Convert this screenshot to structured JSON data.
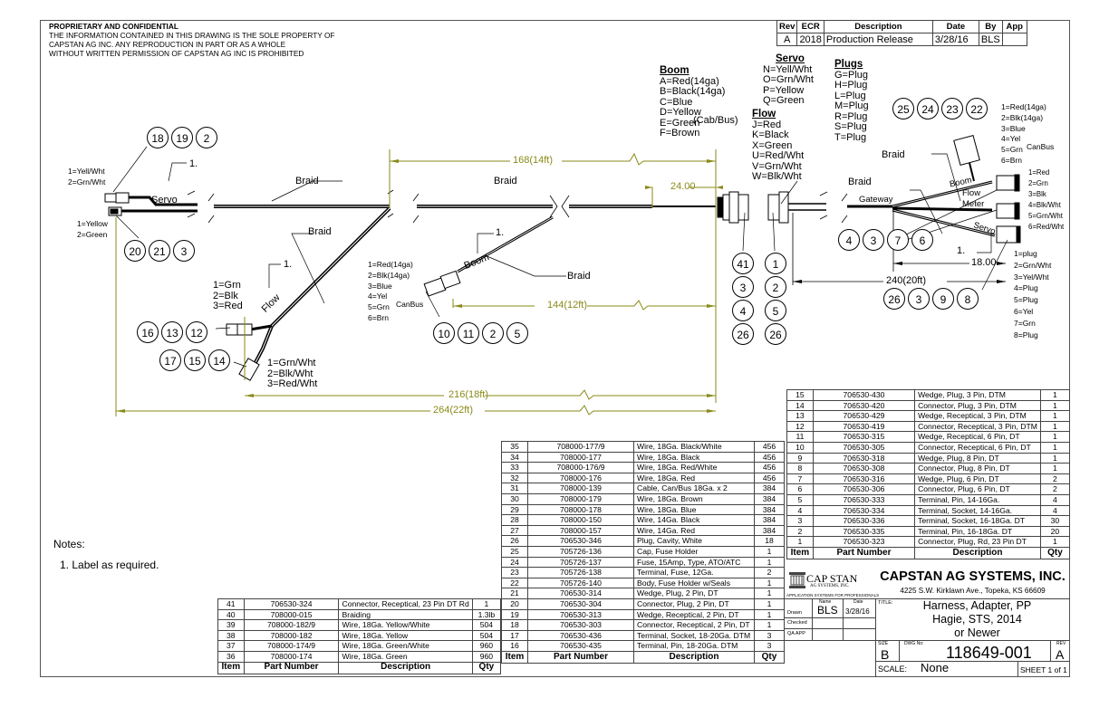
{
  "proprietary": {
    "heading": "PROPRIETARY AND CONFIDENTIAL",
    "lines": [
      "THE INFORMATION CONTAINED IN THIS DRAWING IS THE SOLE PROPERTY OF",
      "CAPSTAN AG INC. ANY REPRODUCTION IN PART OR AS A WHOLE",
      "WITHOUT WRITTEN PERMISSION OF CAPSTAN AG INC IS PROHIBITED"
    ]
  },
  "revision_table": {
    "headers": [
      "Rev",
      "ECR",
      "Description",
      "Date",
      "By",
      "App"
    ],
    "rows": [
      [
        "A",
        "2018",
        "Production Release",
        "3/28/16",
        "BLS",
        ""
      ]
    ]
  },
  "legend": {
    "boom": {
      "title": "Boom",
      "items": [
        "A=Red(14ga)",
        "B=Black(14ga)",
        "C=Blue",
        "D=Yellow",
        "E=Green",
        "F=Brown"
      ],
      "note": "(Cab/Bus)"
    },
    "servo": {
      "title": "Servo",
      "items": [
        "N=Yell/Wht",
        "O=Grn/Wht",
        "P=Yellow",
        "Q=Green"
      ]
    },
    "flow": {
      "title": "Flow",
      "items": [
        "J=Red",
        "K=Black",
        "X=Green",
        "U=Red/Wht",
        "V=Grn/Wht",
        "W=Blk/Wht"
      ]
    },
    "plugs": {
      "title": "Plugs",
      "items": [
        "G=Plug",
        "H=Plug",
        "L=Plug",
        "M=Plug",
        "R=Plug",
        "S=Plug",
        "T=Plug"
      ]
    }
  },
  "drawing": {
    "braid_label": "Braid",
    "note_ref": "1.",
    "servo_label": "Servo",
    "flow_label": "Flow",
    "boom_label": "Boom",
    "canbus_label": "CanBus",
    "gateway_label": "Gateway",
    "flow_meter_label": [
      "Flow",
      "Meter"
    ],
    "left_servo_top_pins": [
      "1=Yell/Wht",
      "2=Grn/Wht"
    ],
    "left_servo_bottom_pins": [
      "1=Yellow",
      "2=Green"
    ],
    "flow_recept_pins": [
      "1=Grn",
      "2=Blk",
      "3=Red"
    ],
    "flow_plug_pins": [
      "1=Grn/Wht",
      "2=Blk/Wht",
      "3=Red/Wht"
    ],
    "boom_pins": [
      "1=Red(14ga)",
      "2=Blk(14ga)",
      "3=Blue",
      "4=Yel",
      "5=Grn",
      "6=Brn"
    ],
    "right_canbus_pins": [
      "1=Red(14ga)",
      "2=Blk(14ga)",
      "3=Blue",
      "4=Yel",
      "5=Grn",
      "6=Brn"
    ],
    "right_flow_pins": [
      "1=Red",
      "2=Grn",
      "3=Blk",
      "4=Blk/Wht",
      "5=Grn/Wht",
      "6=Red/Wht"
    ],
    "right_servo_pins": [
      "1=plug",
      "2=Grn/Wht",
      "3=Yel/Wht",
      "4=Plug",
      "5=Plug",
      "6=Yel",
      "7=Grn",
      "8=Plug"
    ],
    "balloons": {
      "left_top": [
        "18",
        "19",
        "2"
      ],
      "left_bottom": [
        "20",
        "21",
        "3"
      ],
      "flow_recept": [
        "16",
        "13",
        "12"
      ],
      "flow_plug": [
        "17",
        "15",
        "14"
      ],
      "boom": [
        "10",
        "11",
        "2",
        "5"
      ],
      "round_recept": [
        "41",
        "3",
        "4",
        "26"
      ],
      "round_plug": [
        "1",
        "2",
        "5",
        "26"
      ],
      "fuse": [
        "25",
        "24",
        "23",
        "22"
      ],
      "gateway": [
        "4",
        "3",
        "7",
        "6"
      ],
      "right_servo": [
        "26",
        "3",
        "9",
        "8"
      ]
    },
    "dimensions": {
      "d168": "168(14ft)",
      "d24": "24.00",
      "d144": "144(12ft)",
      "d216": "216(18ft)",
      "d264": "264(22ft)",
      "d240": "240(20ft)",
      "d18": "18.00"
    }
  },
  "notes": {
    "title": "Notes:",
    "items": [
      "1. Label as required."
    ]
  },
  "bom_headers": [
    "Item",
    "Part Number",
    "Description",
    "Qty"
  ],
  "bom_right": [
    [
      "15",
      "706530-430",
      "Wedge, Plug, 3 Pin, DTM",
      "1"
    ],
    [
      "14",
      "706530-420",
      "Connector, Plug, 3 Pin, DTM",
      "1"
    ],
    [
      "13",
      "706530-429",
      "Wedge, Receptical, 3 Pin, DTM",
      "1"
    ],
    [
      "12",
      "706530-419",
      "Connector, Receptical, 3 Pin, DTM",
      "1"
    ],
    [
      "11",
      "706530-315",
      "Wedge, Receptical, 6 Pin, DT",
      "1"
    ],
    [
      "10",
      "706530-305",
      "Connector, Receptical, 6 Pin, DT",
      "1"
    ],
    [
      "9",
      "706530-318",
      "Wedge, Plug, 8 Pin, DT",
      "1"
    ],
    [
      "8",
      "706530-308",
      "Connector, Plug, 8 Pin, DT",
      "1"
    ],
    [
      "7",
      "706530-316",
      "Wedge, Plug, 6 Pin, DT",
      "2"
    ],
    [
      "6",
      "706530-306",
      "Connector, Plug, 6 Pin, DT",
      "2"
    ],
    [
      "5",
      "706530-333",
      "Terminal, Pin, 14-16Ga.",
      "4"
    ],
    [
      "4",
      "706530-334",
      "Terminal, Socket, 14-16Ga.",
      "4"
    ],
    [
      "3",
      "706530-336",
      "Terminal, Socket, 16-18Ga. DT",
      "30"
    ],
    [
      "2",
      "706530-335",
      "Terminal, Pin, 16-18Ga. DT",
      "20"
    ],
    [
      "1",
      "706530-323",
      "Connector, Plug, Rd, 23 Pin DT",
      "1"
    ]
  ],
  "bom_middle": [
    [
      "35",
      "708000-177/9",
      "Wire, 18Ga. Black/White",
      "456"
    ],
    [
      "34",
      "708000-177",
      "Wire, 18Ga. Black",
      "456"
    ],
    [
      "33",
      "708000-176/9",
      "Wire, 18Ga. Red/White",
      "456"
    ],
    [
      "32",
      "708000-176",
      "Wire, 18Ga. Red",
      "456"
    ],
    [
      "31",
      "708000-139",
      "Cable, Can/Bus 18Ga. x 2",
      "384"
    ],
    [
      "30",
      "708000-179",
      "Wire, 18Ga. Brown",
      "384"
    ],
    [
      "29",
      "708000-178",
      "Wire, 18Ga. Blue",
      "384"
    ],
    [
      "28",
      "708000-150",
      "Wire, 14Ga. Black",
      "384"
    ],
    [
      "27",
      "708000-157",
      "Wire, 14Ga. Red",
      "384"
    ],
    [
      "26",
      "706530-346",
      "Plug, Cavity, White",
      "18"
    ],
    [
      "25",
      "705726-136",
      "Cap, Fuse Holder",
      "1"
    ],
    [
      "24",
      "705726-137",
      "Fuse, 15Amp, Type, ATO/ATC",
      "1"
    ],
    [
      "23",
      "705726-138",
      "Terminal, Fuse, 12Ga.",
      "2"
    ],
    [
      "22",
      "705726-140",
      "Body, Fuse Holder w/Seals",
      "1"
    ],
    [
      "21",
      "706530-314",
      "Wedge, Plug, 2 Pin, DT",
      "1"
    ],
    [
      "20",
      "706530-304",
      "Connector, Plug, 2 Pin, DT",
      "1"
    ],
    [
      "19",
      "706530-313",
      "Wedge, Receptical, 2 Pin, DT",
      "1"
    ],
    [
      "18",
      "706530-303",
      "Connector, Receptical, 2 Pin, DT",
      "1"
    ],
    [
      "17",
      "706530-436",
      "Terminal, Socket, 18-20Ga. DTM",
      "3"
    ],
    [
      "16",
      "706530-435",
      "Terminal, Pin, 18-20Ga. DTM",
      "3"
    ]
  ],
  "bom_left": [
    [
      "41",
      "706530-324",
      "Connector, Receptical, 23 Pin DT Rd",
      "1"
    ],
    [
      "40",
      "708000-015",
      "Braiding",
      "1.3lb"
    ],
    [
      "39",
      "708000-182/9",
      "Wire, 18Ga. Yellow/White",
      "504"
    ],
    [
      "38",
      "708000-182",
      "Wire, 18Ga. Yellow",
      "504"
    ],
    [
      "37",
      "708000-174/9",
      "Wire, 18Ga. Green/White",
      "960"
    ],
    [
      "36",
      "708000-174",
      "Wire, 18Ga. Green",
      "960"
    ]
  ],
  "title_block": {
    "logo_name": "CAP STAN",
    "logo_sub": "AG SYSTEMS, INC.",
    "logo_tagline": "APPLICATION SYSTEMS FOR PROFESSIONALS",
    "company": "CAPSTAN AG SYSTEMS, INC.",
    "address": "4225 S.W. Kirklawn Ave., Topeka, KS 66609",
    "name_label": "Name",
    "date_label": "Date",
    "drawn_label": "Drawn",
    "checked_label": "Checked",
    "qa_label": "QA APP",
    "drawn_name": "BLS",
    "drawn_date": "3/28/16",
    "title_label": "TITLE:",
    "title_lines": [
      "Harness, Adapter, PP",
      "Hagie, STS, 2014",
      "or  Newer"
    ],
    "size_label": "SIZE",
    "size": "B",
    "dwg_label": "DWG No:",
    "dwg_no": "118649-001",
    "rev_label": "REV",
    "rev": "A",
    "scale_label": "SCALE:",
    "scale": "None",
    "sheet": "SHEET 1 of 1"
  },
  "colors": {
    "dimension": "#8a8a1a",
    "line": "#000000"
  }
}
